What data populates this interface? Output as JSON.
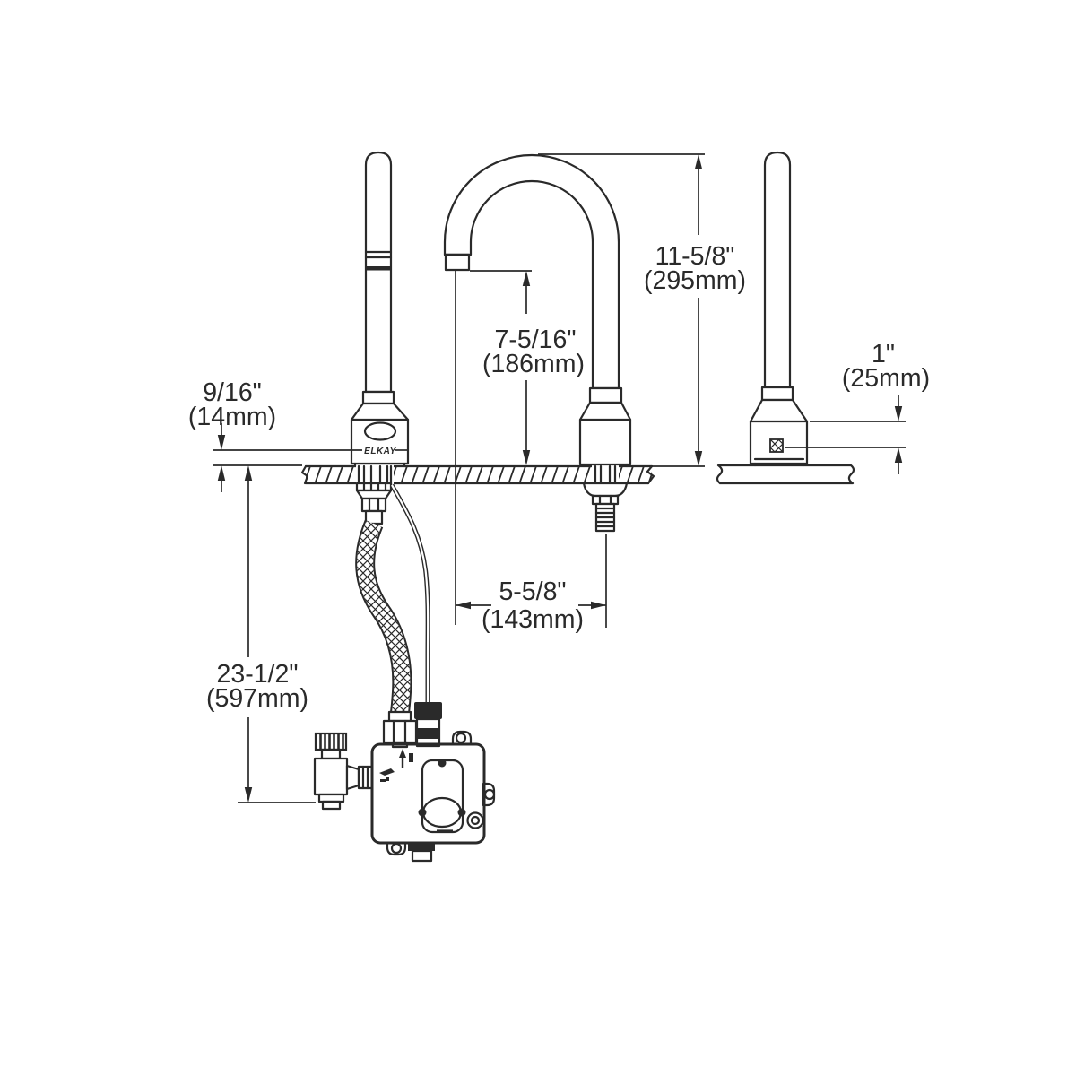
{
  "drawing": {
    "kind": "faucet-installation-dimension-drawing",
    "brand": "ELKAY",
    "colors": {
      "line": "#2a2a2a",
      "background": "#ffffff"
    },
    "dimensions": {
      "spout_height": {
        "in": "11-5/8\"",
        "mm": "(295mm)"
      },
      "outlet_height": {
        "in": "7-5/16\"",
        "mm": "(186mm)"
      },
      "trim_to_deck": {
        "in": "9/16\"",
        "mm": "(14mm)"
      },
      "sensor_to_deck": {
        "in": "1\"",
        "mm": "(25mm)"
      },
      "reach": {
        "in": "5-5/8\"",
        "mm": "(143mm)"
      },
      "deck_to_valve": {
        "in": "23-1/2\"",
        "mm": "(597mm)"
      }
    }
  }
}
